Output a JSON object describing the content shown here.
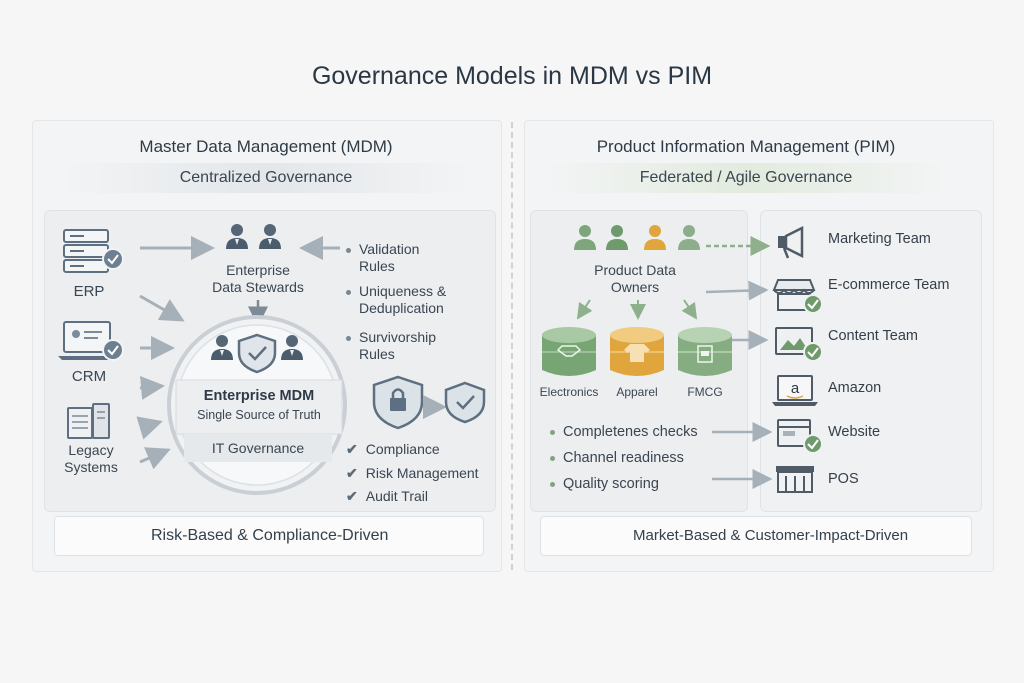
{
  "title": "Governance Models in MDM vs PIM",
  "mdm": {
    "heading": "Master Data Management (MDM)",
    "subheading": "Centralized Governance",
    "sources": [
      "ERP",
      "CRM",
      "Legacy\nSystems"
    ],
    "stewards": "Enterprise\nData Stewards",
    "rules": [
      "Validation\nRules",
      "Uniqueness &\nDeduplication",
      "Survivorship\nRules"
    ],
    "hub_title": "Enterprise MDM",
    "hub_subtitle": "Single Source of Truth",
    "hub_footer": "IT Governance",
    "checks": [
      "Compliance",
      "Risk Management",
      "Audit Trail"
    ],
    "footer": "Risk-Based & Compliance-Driven"
  },
  "pim": {
    "heading": "Product Information Management (PIM)",
    "subheading": "Federated / Agile Governance",
    "owners": "Product Data\nOwners",
    "categories": [
      "Electronics",
      "Apparel",
      "FMCG"
    ],
    "bullets": [
      "Completenes checks",
      "Channel readiness",
      "Quality scoring"
    ],
    "channels": [
      "Marketing Team",
      "E-commerce Team",
      "Content Team",
      "Amazon",
      "Website",
      "POS"
    ],
    "footer": "Market-Based & Customer-Impact-Driven"
  },
  "colors": {
    "mdm_accent": "#5d6f80",
    "pim_accent": "#6f9a6c",
    "apparel": "#e0a53c"
  }
}
